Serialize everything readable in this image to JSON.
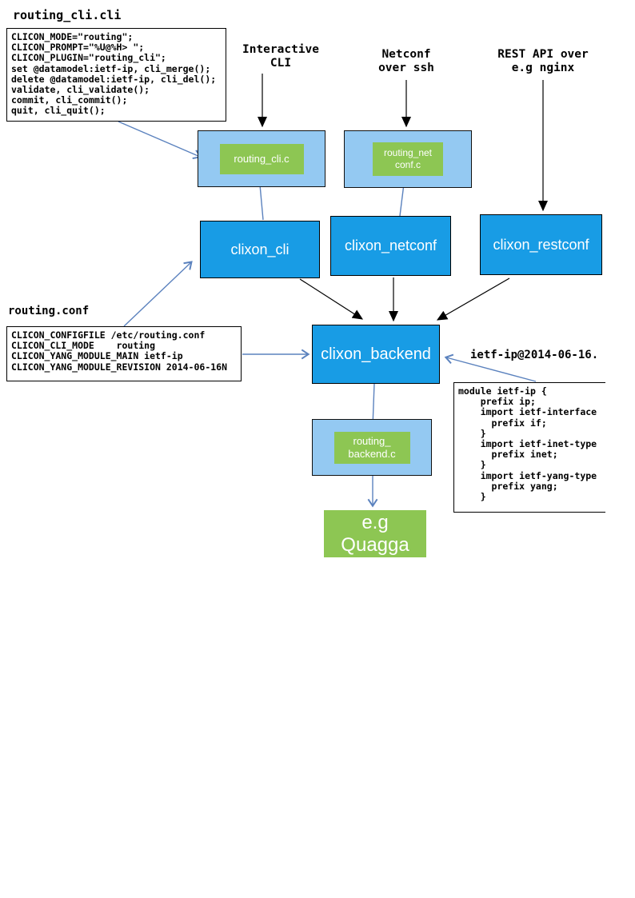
{
  "colors": {
    "bright_blue": "#189CE5",
    "light_blue": "#94C9F2",
    "green": "#8DC653",
    "arrow_blue": "#5B82BE",
    "arrow_black": "#000000"
  },
  "cli_spec": {
    "title": "routing_cli.cli",
    "lines": [
      "CLICON_MODE=\"routing\";",
      "CLICON_PROMPT=\"%U@%H> \";",
      "CLICON_PLUGIN=\"routing_cli\";",
      "set @datamodel:ietf-ip, cli_merge();",
      "delete @datamodel:ietf-ip, cli_del();",
      "validate, cli_validate();",
      "commit, cli_commit();",
      "quit, cli_quit();"
    ]
  },
  "conf_file": {
    "title": "routing.conf",
    "lines": [
      "CLICON_CONFIGFILE /etc/routing.conf",
      "CLICON_CLI_MODE    routing",
      "CLICON_YANG_MODULE_MAIN ietf-ip",
      "CLICON_YANG_MODULE_REVISION 2014-06-16N"
    ]
  },
  "yang_file": {
    "title": "ietf-ip@2014-06-16.",
    "lines": [
      "module ietf-ip {",
      "    prefix ip;",
      "    import ietf-interface",
      "      prefix if;",
      "    }",
      "    import ietf-inet-type",
      "      prefix inet;",
      "    }",
      "    import ietf-yang-type",
      "      prefix yang;",
      "    }"
    ]
  },
  "labels": {
    "interactive_cli": "Interactive\nCLI",
    "netconf_ssh": "Netconf\nover ssh",
    "rest_api": "REST API over\ne.g nginx"
  },
  "nodes": {
    "routing_cli_c": "routing_cli.c",
    "routing_netconf_c": "routing_net\nconf.c",
    "clixon_cli": "clixon_cli",
    "clixon_netconf": "clixon_netconf",
    "clixon_restconf": "clixon_restconf",
    "clixon_backend": "clixon_backend",
    "routing_backend_c": "routing_\nbackend.c",
    "quagga": "e.g\nQuagga"
  }
}
